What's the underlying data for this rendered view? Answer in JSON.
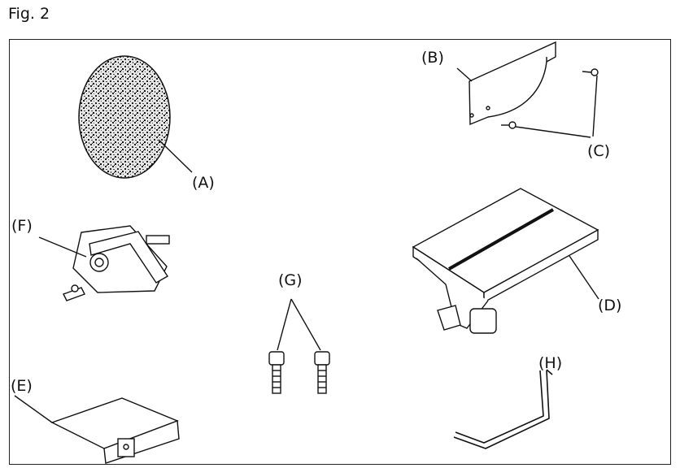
{
  "figure": {
    "title": "Fig. 2"
  },
  "labels": {
    "a": "(A)",
    "b": "(B)",
    "c": "(C)",
    "d": "(D)",
    "e": "(E)",
    "f": "(F)",
    "g": "(G)",
    "h": "(H)"
  },
  "colors": {
    "line": "#1a1a1a",
    "fill": "#ffffff",
    "grit": "#3a3a3a"
  }
}
